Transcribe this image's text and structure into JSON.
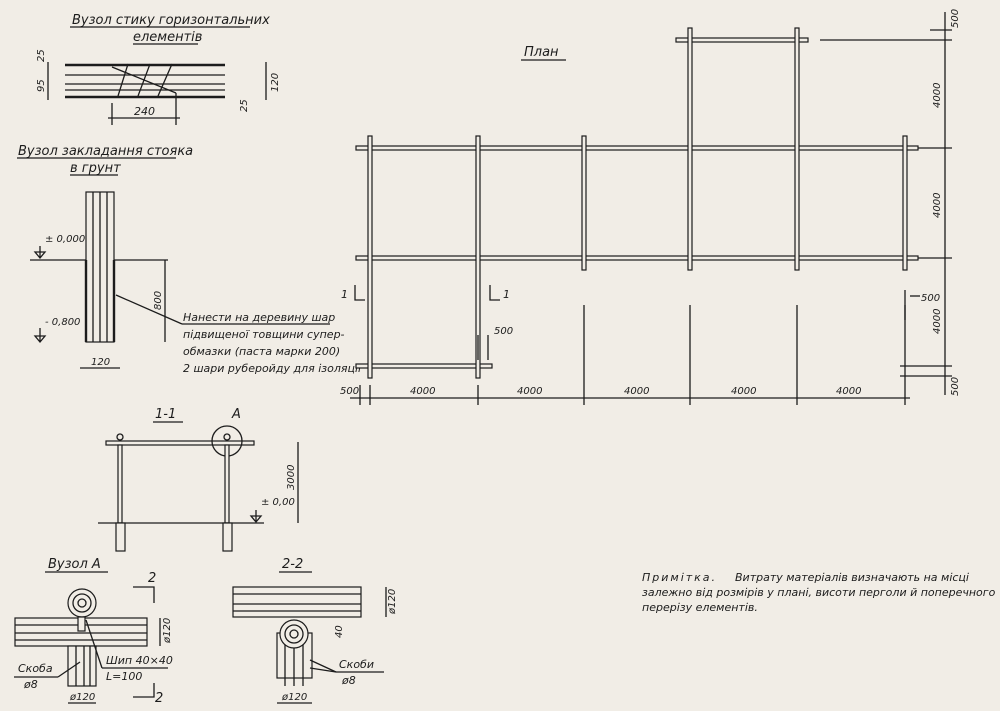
{
  "details": {
    "horizontal_joint": {
      "title_line1": "Вузол стику горизонтальних",
      "title_line2": "елементів",
      "dims": [
        "25",
        "95",
        "240",
        "120",
        "25"
      ]
    },
    "post_in_ground": {
      "title_line1": "Вузол закладання стояка",
      "title_line2": "в грунт",
      "level_top": "± 0,000",
      "level_bottom": "- 0,800",
      "depth": "800",
      "width": "120",
      "note": [
        "Нанести на деревину шар",
        "підвищеної товщини супер-",
        "обмазки (паста марки 200)",
        "2 шари руберойду для ізоляції"
      ]
    },
    "section_1_1": {
      "title": "1-1",
      "callout": "А",
      "height": "3000",
      "level": "± 0,00"
    },
    "node_a": {
      "title": "Вузол А",
      "section_mark": "2",
      "diameter_beam": "ø120",
      "diameter_post": "ø120",
      "staple": "Скоба",
      "staple_d": "ø8",
      "tenon": "Шип 40×40",
      "tenon_l": "L=100"
    },
    "section_2_2": {
      "title": "2-2",
      "diameter_beam": "ø120",
      "diameter_post": "ø120",
      "dim": "40",
      "staples": "Скоби",
      "staples_d": "ø8"
    }
  },
  "plan": {
    "title": "План",
    "section_mark_left": "1",
    "section_mark_right": "1",
    "bottom_dims": [
      "500",
      "4000",
      "4000",
      "4000",
      "4000",
      "4000"
    ],
    "right_dims": [
      "500",
      "4000",
      "4000",
      "4000",
      "500"
    ],
    "inner_dims": [
      "500",
      "500"
    ]
  },
  "note": {
    "label": "Примітка.",
    "text_line1": "Витрату матеріалів визначають на місці",
    "text_line2": "залежно від розмірів у плані, висоти перголи й поперечного",
    "text_line3": "перерізу елементів."
  }
}
